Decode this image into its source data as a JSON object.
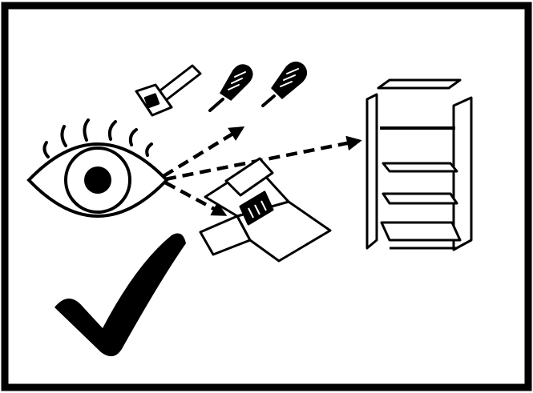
{
  "figure": {
    "type": "instruction-pictogram",
    "colors": {
      "ink": "#000000",
      "paper": "#ffffff"
    },
    "icons": [
      "eye-icon",
      "hammer-icon",
      "screwdriver-icon",
      "screwdriver-icon",
      "open-box-icon",
      "cabinet-shelves-icon",
      "checkmark-icon"
    ],
    "arrows": [
      {
        "from": "eye-icon",
        "to": "screwdrivers",
        "style": "dashed"
      },
      {
        "from": "eye-icon",
        "to": "cabinet-shelves-icon",
        "style": "dashed"
      },
      {
        "from": "eye-icon",
        "to": "open-box-icon",
        "style": "dashed"
      }
    ]
  }
}
